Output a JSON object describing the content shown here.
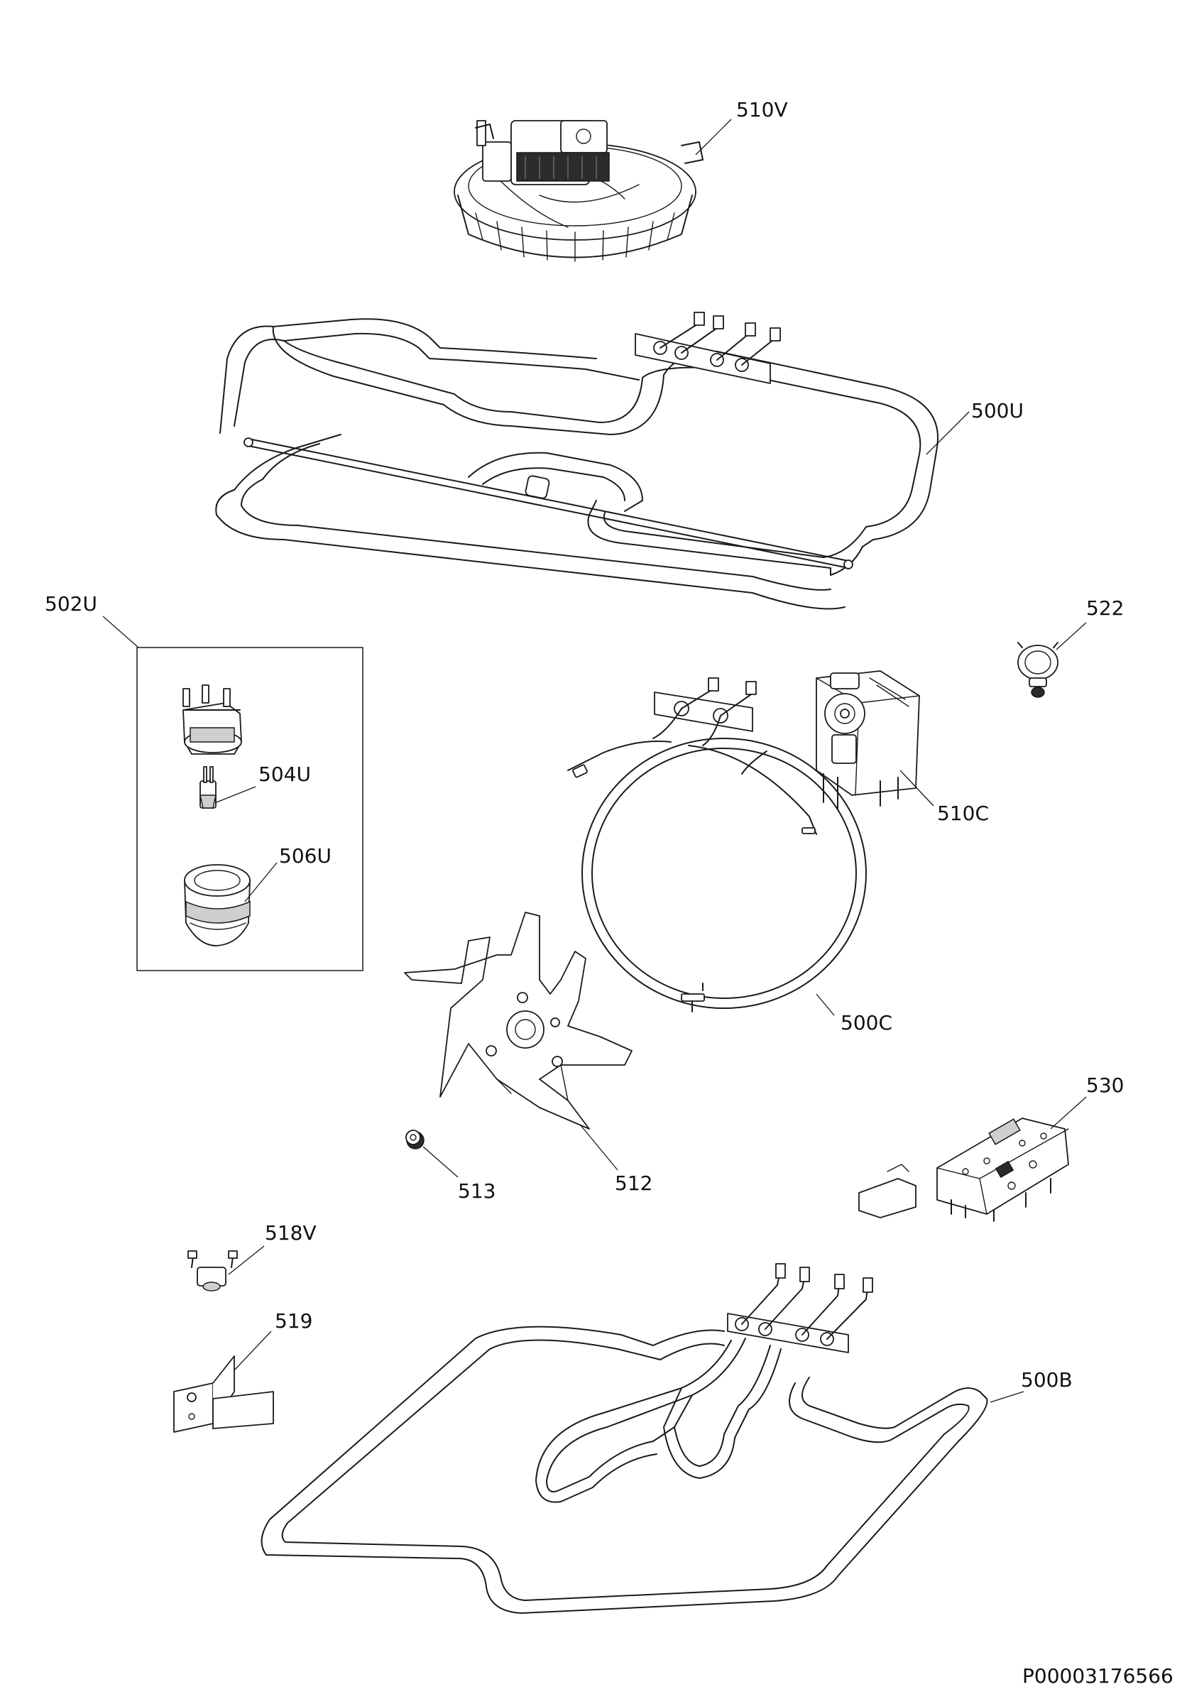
{
  "labels": {
    "p510V": "510V",
    "p500U": "500U",
    "p502U": "502U",
    "p522": "522",
    "p504U": "504U",
    "p510C": "510C",
    "p506U": "506U",
    "p500C": "500C",
    "p530": "530",
    "p513": "513",
    "p512": "512",
    "p518V": "518V",
    "p519": "519",
    "p500B": "500B"
  },
  "doc_id": "P00003176566"
}
